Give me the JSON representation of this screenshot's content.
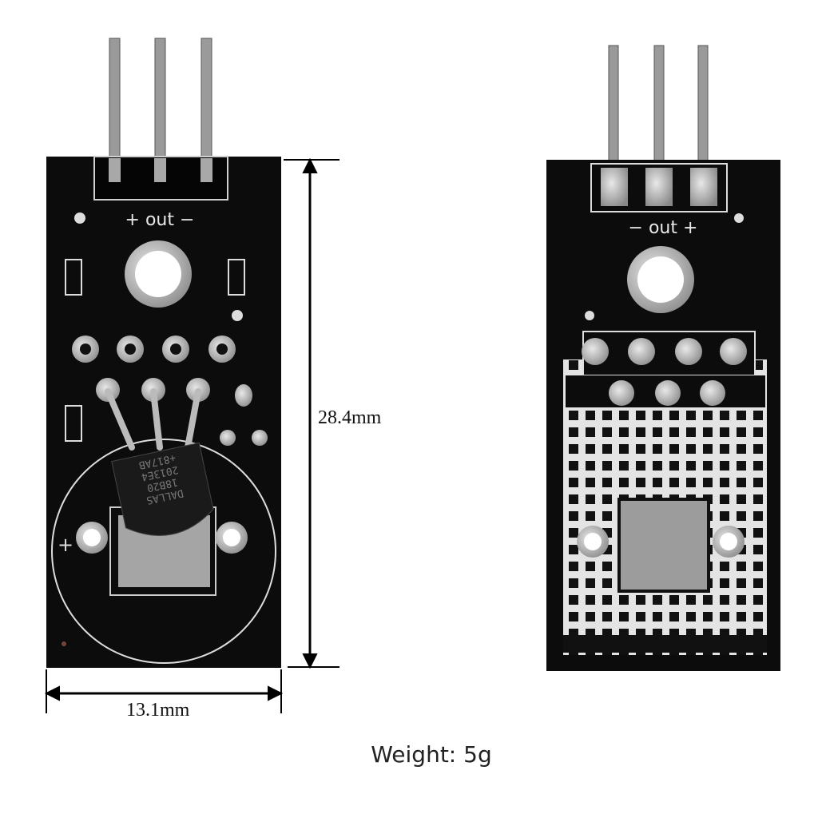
{
  "product": {
    "front_silkscreen": "+ out −",
    "back_silkscreen": "− out +",
    "chip_marking": [
      "DALLAS",
      "18B20",
      "2013E4",
      "+817AB"
    ],
    "polarity_mark": "+"
  },
  "dimensions": {
    "height": "28.4mm",
    "width": "13.1mm"
  },
  "weight_label": "Weight: 5g",
  "colors": {
    "pcb": "#0c0c0c",
    "silk": "#e8e8e8",
    "pad": "#b9b9b9"
  }
}
